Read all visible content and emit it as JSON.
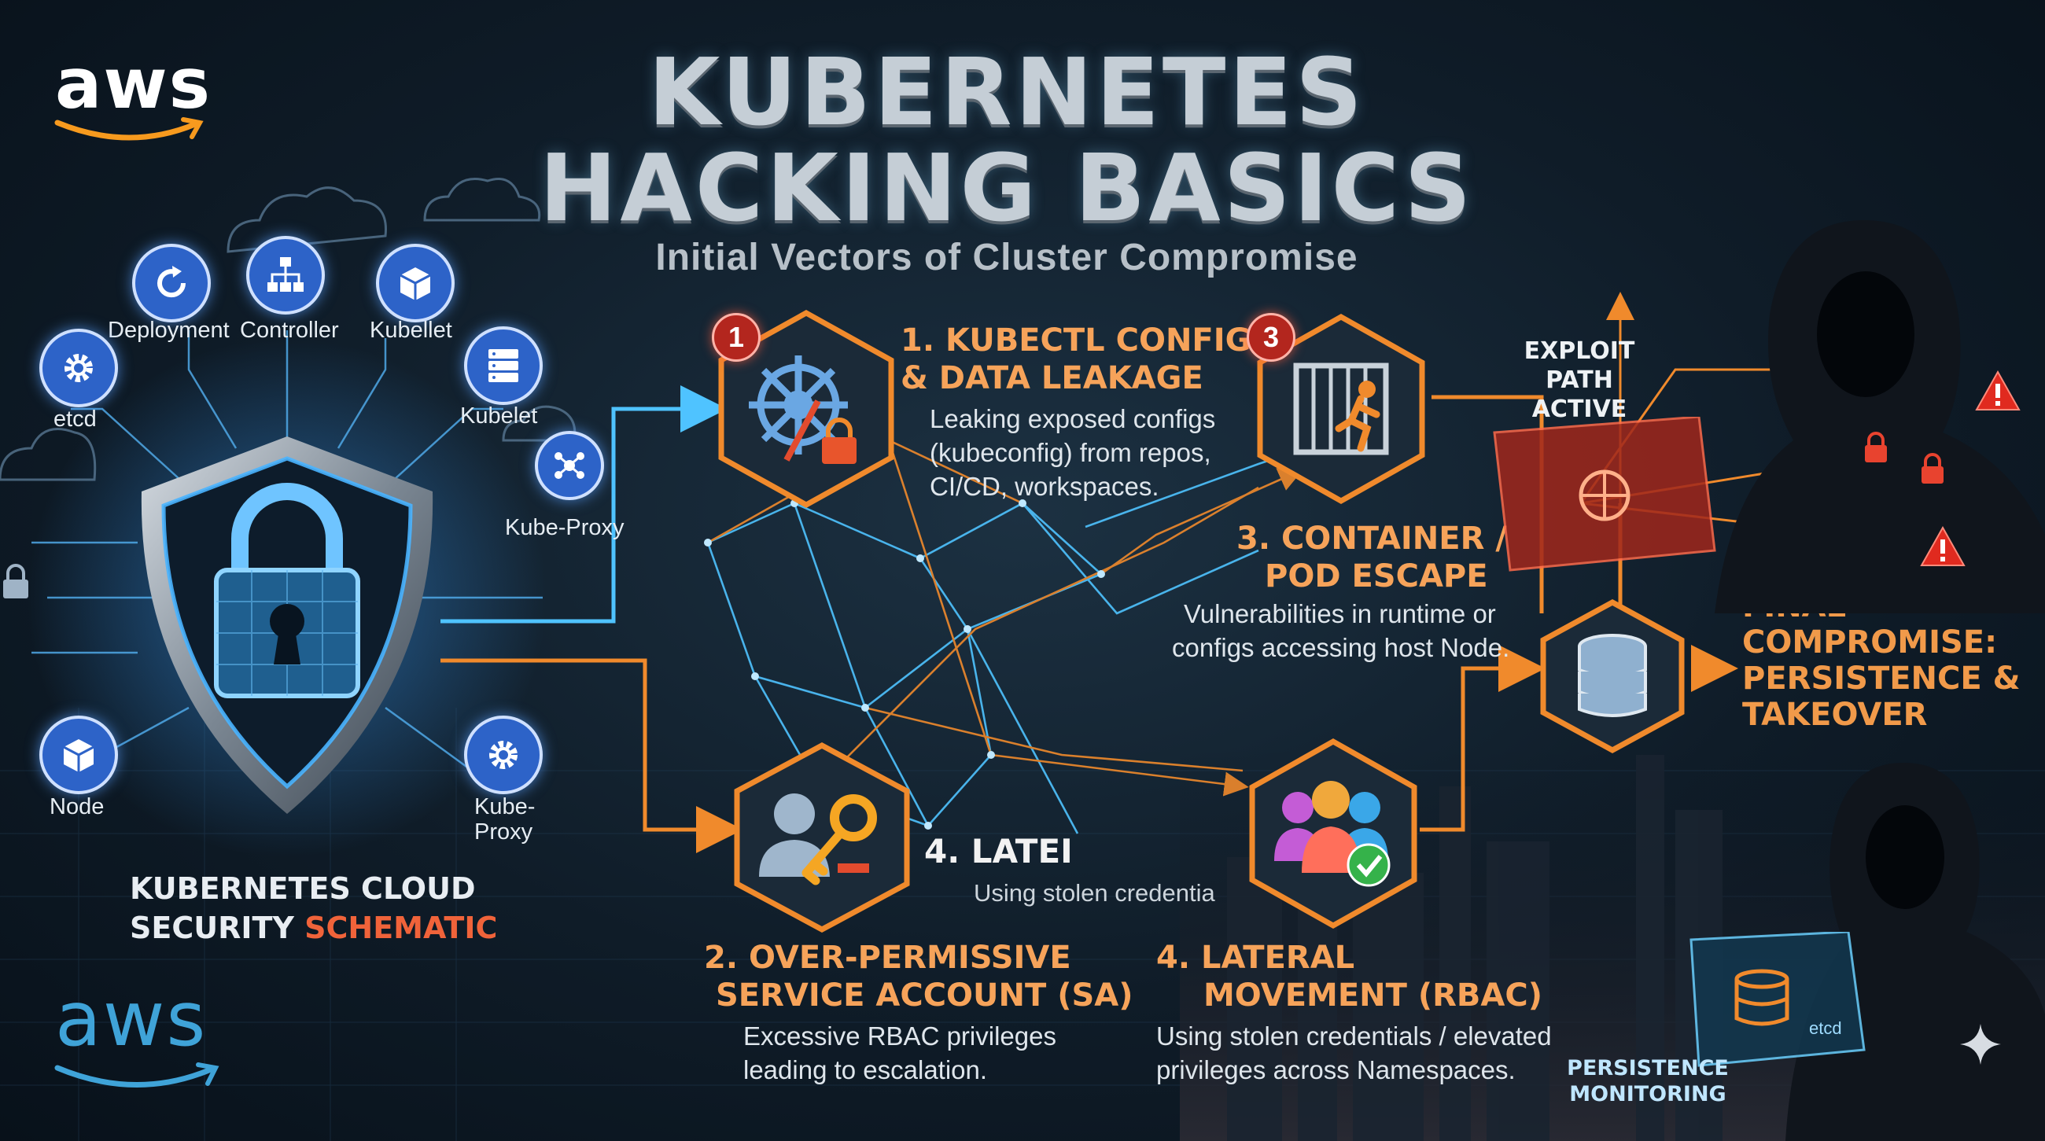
{
  "header": {
    "logo_top": "aws",
    "logo_bottom": "aws",
    "title_line1": "KUBERNETES",
    "title_line2": "HACKING BASICS",
    "subtitle": "Initial Vectors of Cluster Compromise"
  },
  "components": [
    {
      "label": "Deployment",
      "icon": "refresh-icon"
    },
    {
      "label": "Controller",
      "icon": "hierarchy-icon"
    },
    {
      "label": "Kubellet",
      "icon": "cube-icon"
    },
    {
      "label": "etcd",
      "icon": "gear-icon"
    },
    {
      "label": "Kubelet",
      "icon": "server-icon"
    },
    {
      "label": "Kube-Proxy",
      "icon": "network-icon"
    },
    {
      "label": "Node",
      "icon": "cube-icon"
    },
    {
      "label": "Kube-",
      "label2": "Proxy",
      "icon": "gear-icon"
    }
  ],
  "schematic": {
    "line1": "KUBERNETES CLOUD",
    "line2_a": "SECURITY ",
    "line2_b": "SCHEMATIC"
  },
  "vectors": [
    {
      "badge": "1",
      "title1": "1. KUBECTL CONFIG",
      "title2": "& DATA LEAKAGE",
      "desc1": "Leaking exposed configs",
      "desc2": "(kubeconfig) from repos,",
      "desc3": "CI/CD, workspaces.",
      "icon": "helm-lock-icon"
    },
    {
      "title1": "2. OVER-PERMISSIVE",
      "title2": "SERVICE ACCOUNT (SA)",
      "desc1": "Excessive RBAC privileges",
      "desc2": "leading to escalation.",
      "icon": "user-key-icon"
    },
    {
      "badge": "3",
      "title1": "3. CONTAINER /",
      "title2": "POD ESCAPE",
      "desc1": "Vulnerabilities in runtime or",
      "desc2": "configs accessing host Node.",
      "icon": "escape-cage-icon"
    },
    {
      "title1": "4. LATERAL",
      "title2": "MOVEMENT (RBAC)",
      "desc1": "Using stolen credentials / elevated",
      "desc2": "privileges across Namespaces.",
      "icon": "group-check-icon"
    }
  ],
  "ghost": {
    "title": "4. LATEI",
    "desc": "Using stolen credentia"
  },
  "exploit": {
    "line1": "EXPLOIT",
    "line2": "PATH",
    "line3": "ACTIVE"
  },
  "final": {
    "line1": "FINAL",
    "line2": "COMPROMISE:",
    "line3": "PERSISTENCE &",
    "line4": "TAKEOVER"
  },
  "persistence": {
    "line1": "PERSISTENCE",
    "line2": "MONITORING"
  },
  "laptop_label": "etcd",
  "colors": {
    "orange": "#f08a2c",
    "blue": "#4fc3ff",
    "hex_fill": "#1b2a38",
    "icon_blue": "#2d63c8",
    "alert_red": "#e02a1f"
  }
}
